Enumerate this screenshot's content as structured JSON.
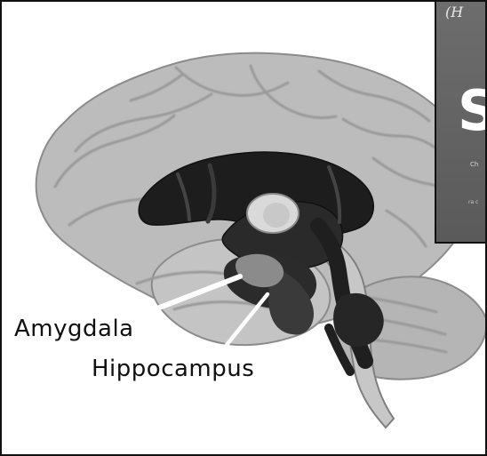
{
  "diagram": {
    "labels": {
      "amygdala": "Amygdala",
      "hippocampus": "Hippocampus"
    }
  },
  "inset": {
    "top_text": "(H",
    "big_text": "S",
    "small_text_1": "Ch",
    "small_text_2": "ra c"
  },
  "colors": {
    "brain_fill": "#bdbdbd",
    "brain_folds": "#a7a7a7",
    "dark_core": "#1f1f1f",
    "inset_bg": "#666666",
    "callout_line": "#ffffff"
  },
  "icons": {
    "brain": "brain-illustration-icon"
  }
}
